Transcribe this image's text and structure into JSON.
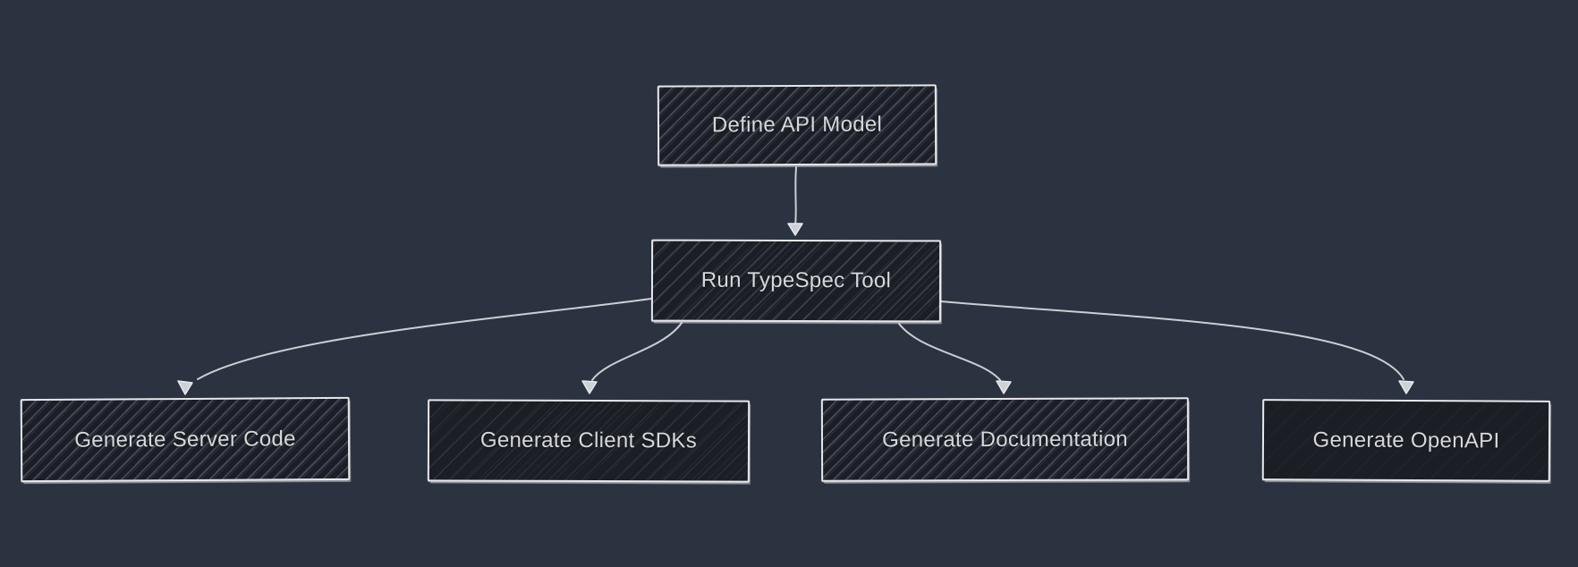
{
  "diagram": {
    "type": "flowchart",
    "direction": "top-down",
    "style": "hand-drawn-sketch",
    "nodes": [
      {
        "id": "define",
        "label": "Define API Model"
      },
      {
        "id": "run",
        "label": "Run TypeSpec Tool"
      },
      {
        "id": "server",
        "label": "Generate Server Code"
      },
      {
        "id": "client",
        "label": "Generate Client SDKs"
      },
      {
        "id": "docs",
        "label": "Generate Documentation"
      },
      {
        "id": "openapi",
        "label": "Generate OpenAPI"
      }
    ],
    "edges": [
      {
        "from": "define",
        "to": "run"
      },
      {
        "from": "run",
        "to": "server"
      },
      {
        "from": "run",
        "to": "client"
      },
      {
        "from": "run",
        "to": "docs"
      },
      {
        "from": "run",
        "to": "openapi"
      }
    ],
    "colors": {
      "background": "#2b3240",
      "node_fill": "#1b1e24",
      "node_border": "#e7e8ea",
      "node_text": "#d6d8da",
      "edge_stroke": "#d4d7db",
      "hatch": "#60698a"
    }
  }
}
